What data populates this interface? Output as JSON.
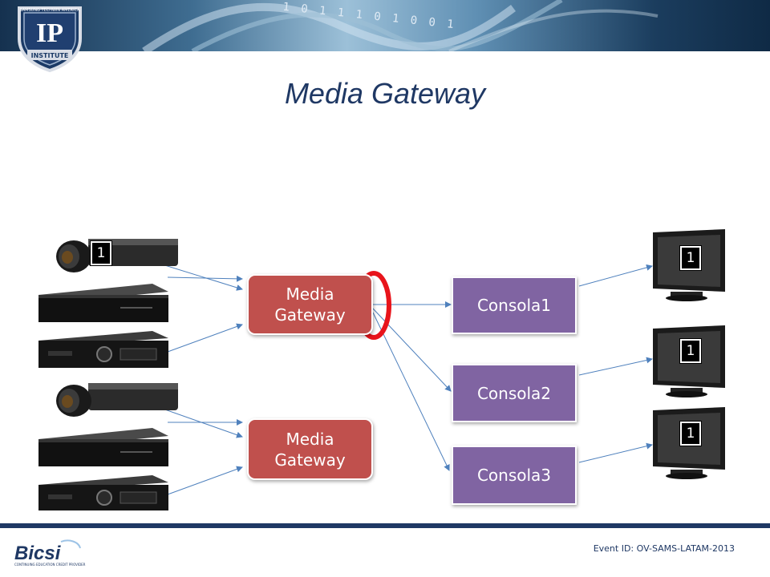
{
  "header": {
    "binary_text": "1 0 1 1 1 0 1 0 0 1",
    "logo_text": "IP",
    "logo_subtext": "INSTITUTE",
    "logo_ring_text": "SAMSUNG TECHWIN AMERICA"
  },
  "slide": {
    "title": "Media Gateway"
  },
  "diagram": {
    "gateways": [
      {
        "label_line1": "Media",
        "label_line2": "Gateway"
      },
      {
        "label_line1": "Media",
        "label_line2": "Gateway"
      }
    ],
    "consoles": [
      {
        "label": "Consola1"
      },
      {
        "label": "Consola2"
      },
      {
        "label": "Consola3"
      }
    ],
    "badges": {
      "camera_top": "1",
      "monitor_1": "1",
      "monitor_2": "1",
      "monitor_3": "1"
    },
    "colors": {
      "gateway": "#c0504d",
      "console": "#8064a2",
      "highlight_ring": "#e8141b",
      "arrow": "#4f81bd"
    }
  },
  "footer": {
    "event_id": "Event ID: OV-SAMS-LATAM-2013",
    "bicsi_logo": "Bicsi",
    "bicsi_tagline": "CONTINUING EDUCATION CREDIT PROVIDER"
  }
}
